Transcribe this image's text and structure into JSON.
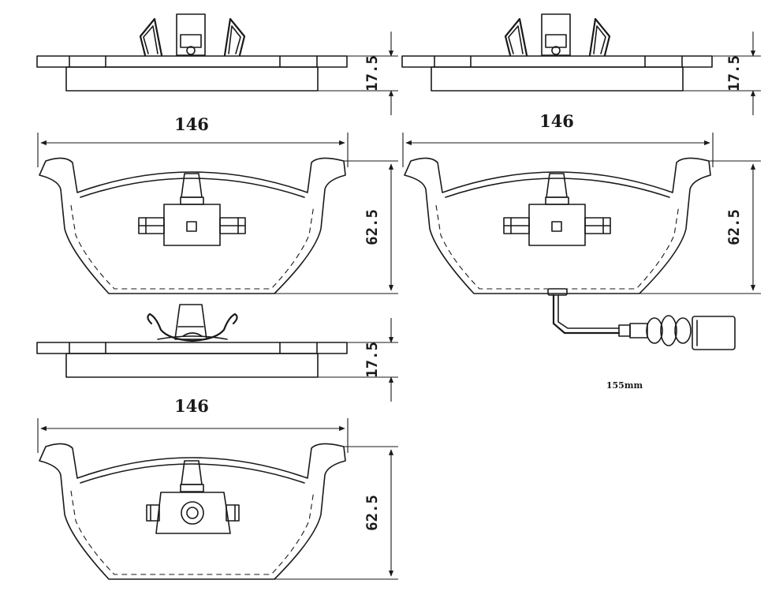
{
  "dimensions": {
    "thickness": "17.5",
    "width": "146",
    "height": "62.5",
    "sensor_wire_length": "155mm"
  },
  "views": [
    {
      "name": "pad-1-side-view",
      "thickness": "17.5"
    },
    {
      "name": "pad-1-front-view",
      "width": "146",
      "height": "62.5"
    },
    {
      "name": "pad-2-side-view",
      "thickness": "17.5"
    },
    {
      "name": "pad-2-front-view",
      "width": "146",
      "height": "62.5"
    },
    {
      "name": "pad-3-side-view",
      "thickness": "17.5"
    },
    {
      "name": "pad-3-front-view",
      "width": "146",
      "height": "62.5"
    }
  ]
}
